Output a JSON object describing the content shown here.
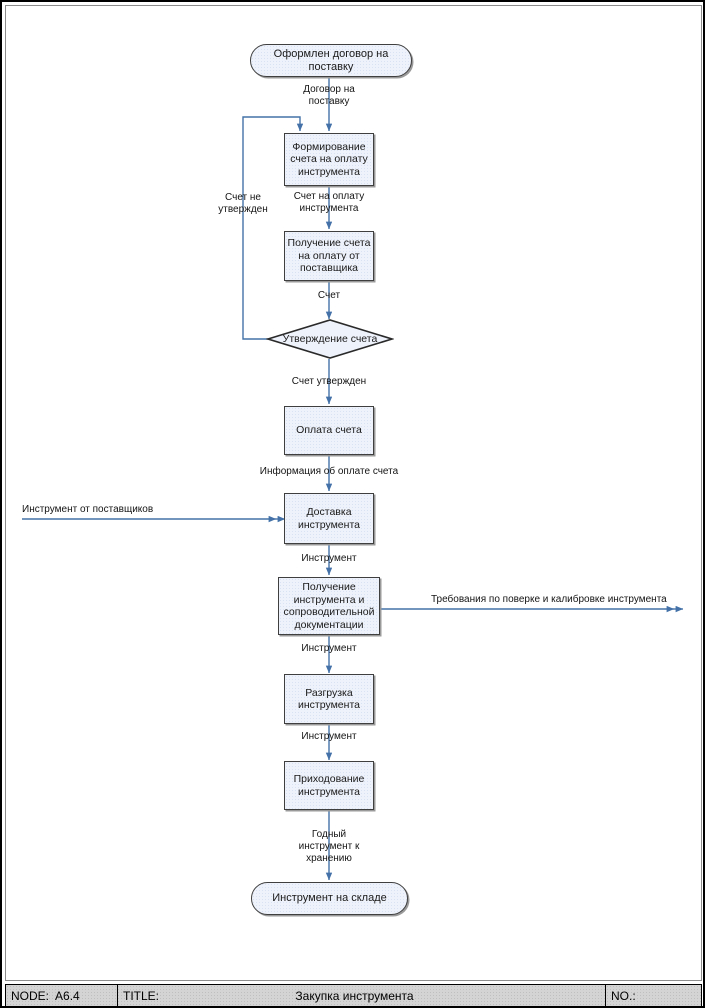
{
  "diagram": {
    "title": "Закупка инструмента",
    "type": "idef3-flowchart",
    "accent_color": "#4472a8",
    "node_fill": "#eef2fa",
    "node_border": "#3f3f3f",
    "nodes": [
      {
        "id": "start",
        "shape": "terminal",
        "label": "Оформлен договор на поставку"
      },
      {
        "id": "form",
        "shape": "process",
        "label": "Формирование\nсчета на оплату\nинструмента"
      },
      {
        "id": "receive",
        "shape": "process",
        "label": "Получение счета\nна оплату от\nпоставщика"
      },
      {
        "id": "approve",
        "shape": "decision",
        "label": "Утверждение счета"
      },
      {
        "id": "pay",
        "shape": "process",
        "label": "Оплата счета"
      },
      {
        "id": "delivery",
        "shape": "process",
        "label": "Доставка\nинструмента"
      },
      {
        "id": "receipt",
        "shape": "process",
        "label": "Получение\nинструмента и\nсопроводительной\nдокументации"
      },
      {
        "id": "unload",
        "shape": "process",
        "label": "Разгрузка\nинструмента"
      },
      {
        "id": "booking",
        "shape": "process",
        "label": "Приходование\nинструмента"
      },
      {
        "id": "end",
        "shape": "terminal",
        "label": "Инструмент на складе"
      }
    ],
    "edge_labels": [
      {
        "id": "e1",
        "text": "Договор на\nпоставку"
      },
      {
        "id": "e2",
        "text": "Счет на оплату\nинструмента"
      },
      {
        "id": "e3",
        "text": "Счет"
      },
      {
        "id": "e4",
        "text": "Счет не\nутвержден"
      },
      {
        "id": "e5",
        "text": "Счет утвержден"
      },
      {
        "id": "e6",
        "text": "Информация об оплате счета"
      },
      {
        "id": "e7",
        "text": "Инструмент от поставщиков"
      },
      {
        "id": "e8",
        "text": "Инструмент"
      },
      {
        "id": "e9",
        "text": "Требования по поверке и калибровке инструмента"
      },
      {
        "id": "e10",
        "text": "Инструмент"
      },
      {
        "id": "e11",
        "text": "Инструмент"
      },
      {
        "id": "e12",
        "text": "Годный\nинструмент к\nхранению"
      }
    ]
  },
  "footer": {
    "node_label": "NODE:",
    "node_value": "A6.4",
    "title_label": "TITLE:",
    "title_value": "Закупка инструмента",
    "no_label": "NO.:"
  }
}
